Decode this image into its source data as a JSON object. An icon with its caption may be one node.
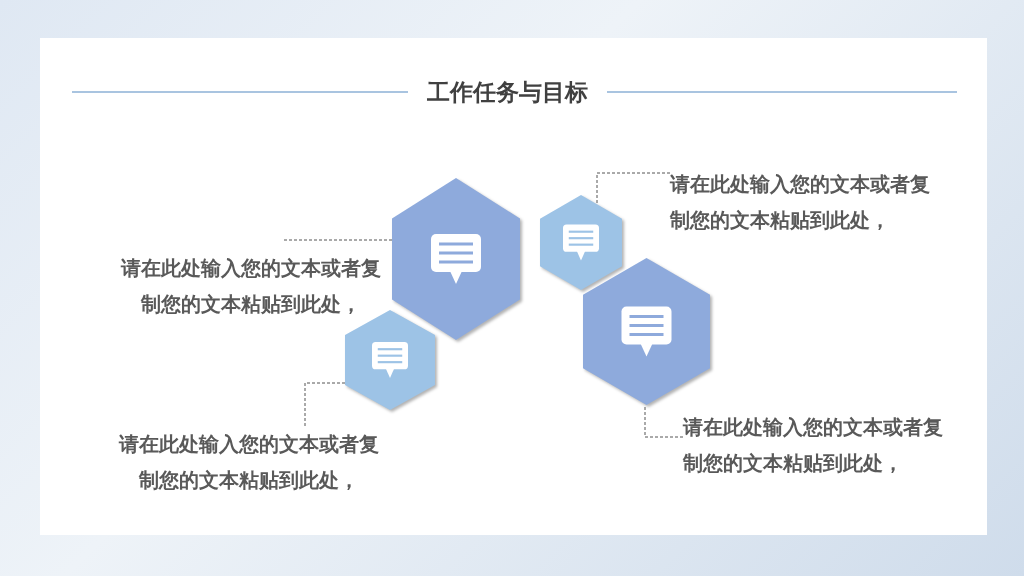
{
  "diagram": {
    "title": "工作任务与目标",
    "nodes": [
      {
        "text": [],
        "shape": "hexagon"
      },
      {
        "text": [],
        "shape": "hexagon"
      },
      {
        "text": [],
        "shape": "hexagon"
      },
      {
        "text": [],
        "shape": "hexagon"
      },
      {
        "text": [
          "请在此处输入您的文本或者复制您的文本粘贴到此处，"
        ]
      },
      {
        "text": [
          "请在此处输入您的文本或者复制您的文本粘贴到此处，"
        ]
      },
      {
        "text": [
          "请在此处输入您的文本或者复制您的文本粘贴到此处，"
        ]
      },
      {
        "text": [
          "请在此处输入您的文本或者复制您的文本粘贴到此处，"
        ]
      }
    ],
    "edges": [
      {
        "from": 4,
        "to": 1,
        "arrow": "none",
        "style": "dashed"
      },
      {
        "from": 5,
        "to": 0,
        "arrow": "none",
        "style": "dashed"
      },
      {
        "from": 6,
        "to": 2,
        "arrow": "none",
        "style": "dashed"
      },
      {
        "from": 7,
        "to": 3,
        "arrow": "none",
        "style": "dashed"
      }
    ]
  }
}
